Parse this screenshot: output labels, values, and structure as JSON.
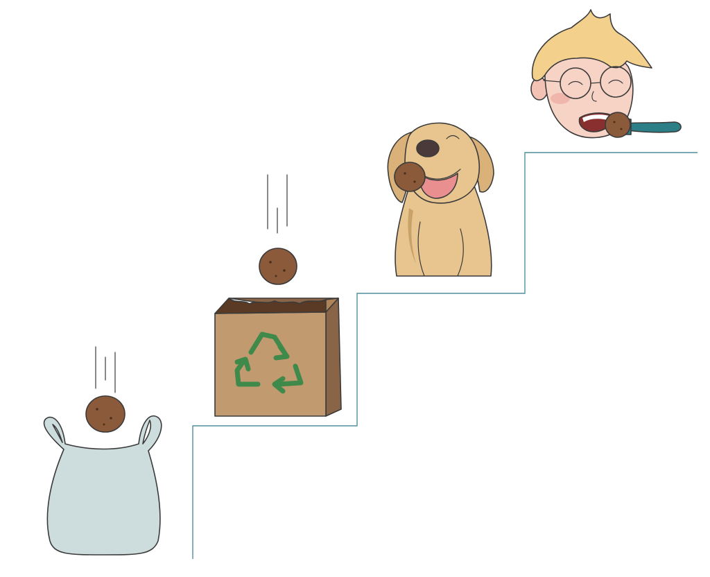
{
  "illustration": {
    "stages": [
      {
        "id": "plastic-bag",
        "icon": "plastic-bag-icon"
      },
      {
        "id": "recycling-paper-bag",
        "icon": "recycling-paper-bag-icon"
      },
      {
        "id": "dog-eating",
        "icon": "dog-icon"
      },
      {
        "id": "person-eating",
        "icon": "person-eating-icon"
      }
    ],
    "colors": {
      "staircase_line": "#4e8f9c",
      "plastic_bag": "#cddcdc",
      "paper_bag": "#c29a6f",
      "paper_bag_dark": "#8a6446",
      "recycle_symbol": "#3f8a4a",
      "potato": "#8a5a3b",
      "dog_fur": "#e8c48e",
      "hair": "#f3d08c",
      "skin": "#f7d3c6",
      "fork": "#2c7f86"
    }
  }
}
